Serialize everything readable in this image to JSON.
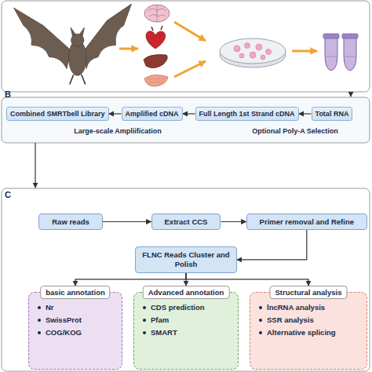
{
  "diagram": {
    "nodes": [
      {
        "text": [
          "Combined SMRTbell Library"
        ]
      },
      {
        "text": [
          "Amplified cDNA"
        ]
      },
      {
        "text": [
          "Full Length 1st Strand cDNA"
        ]
      },
      {
        "text": [
          "Total RNA"
        ]
      },
      {
        "text": [
          "Raw reads"
        ]
      },
      {
        "text": [
          "Extract CCS"
        ]
      },
      {
        "text": [
          "Primer removal and Refine"
        ]
      },
      {
        "text": [
          "FLNC Reads Cluster and Polish"
        ]
      },
      {
        "text": [
          "basic annotation",
          "Nr",
          "SwissProt",
          "COG/KOG"
        ]
      },
      {
        "text": [
          "Advanced annotation",
          "CDS prediction",
          "Pfam",
          "SMART"
        ]
      },
      {
        "text": [
          "Structural analysis",
          "lncRNA analysis",
          "SSR analysis",
          "Alternative splicing"
        ]
      }
    ],
    "edges": [
      {
        "from": 3,
        "to": 2,
        "arrow": "to"
      },
      {
        "from": 2,
        "to": 1,
        "arrow": "to"
      },
      {
        "from": 1,
        "to": 0,
        "arrow": "to"
      },
      {
        "from": 4,
        "to": 5,
        "arrow": "to"
      },
      {
        "from": 5,
        "to": 6,
        "arrow": "to"
      },
      {
        "from": 6,
        "to": 7,
        "arrow": "to"
      },
      {
        "from": 7,
        "to": 8,
        "arrow": "to"
      },
      {
        "from": 7,
        "to": 9,
        "arrow": "to"
      },
      {
        "from": 7,
        "to": 10,
        "arrow": "to"
      }
    ],
    "labels": [
      "B",
      "C",
      "Large-scale Ampliification",
      "Optional Poly-A Selection"
    ]
  }
}
